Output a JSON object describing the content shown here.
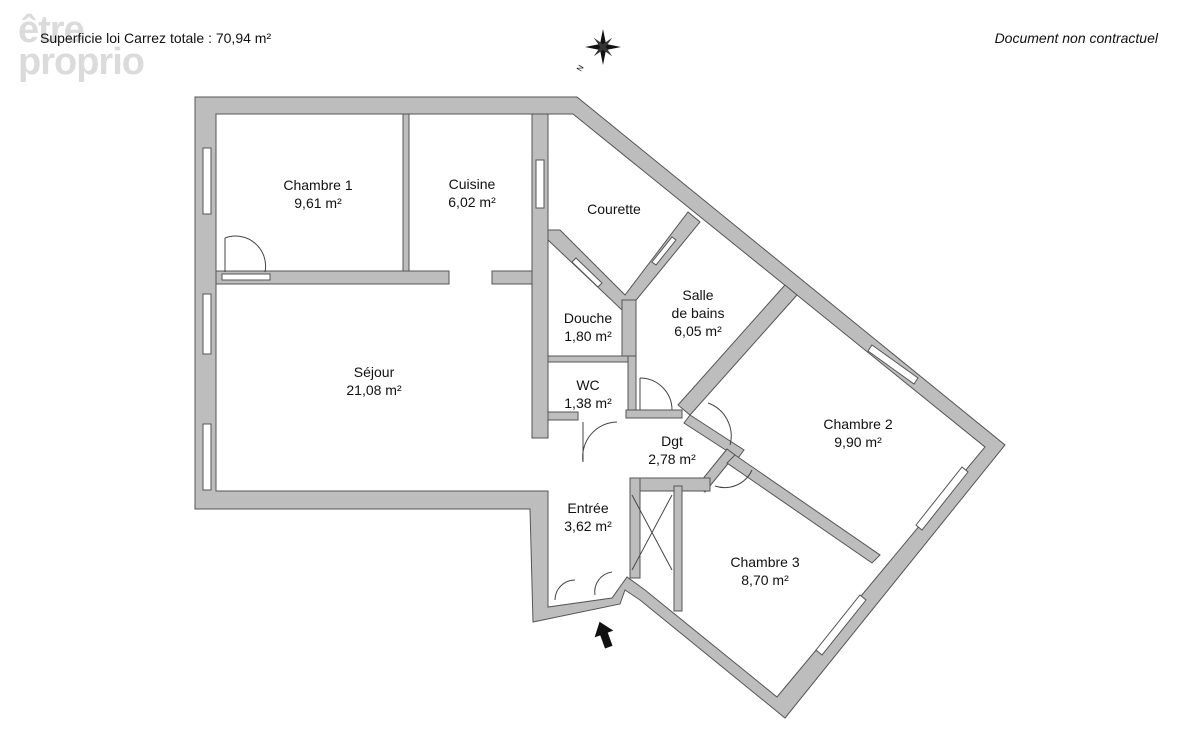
{
  "header": {
    "surface_text": "Superficie loi Carrez totale :  70,94 m²",
    "disclaimer": "Document non contractuel",
    "logo_line1": "être",
    "logo_line2": "proprio"
  },
  "compass": {
    "north_label": "N"
  },
  "rooms": [
    {
      "id": "chambre1",
      "name": "Chambre 1",
      "area": "9,61 m²"
    },
    {
      "id": "cuisine",
      "name": "Cuisine",
      "area": "6,02 m²"
    },
    {
      "id": "courette",
      "name": "Courette",
      "area": ""
    },
    {
      "id": "sdb",
      "name": "Salle",
      "name2": "de bains",
      "area": "6,05 m²"
    },
    {
      "id": "douche",
      "name": "Douche",
      "area": "1,80 m²"
    },
    {
      "id": "wc",
      "name": "WC",
      "area": "1,38 m²"
    },
    {
      "id": "sejour",
      "name": "Séjour",
      "area": "21,08 m²"
    },
    {
      "id": "dgt",
      "name": "Dgt",
      "area": "2,78 m²"
    },
    {
      "id": "entree",
      "name": "Entrée",
      "area": "3,62 m²"
    },
    {
      "id": "chambre2",
      "name": "Chambre 2",
      "area": "9,90 m²"
    },
    {
      "id": "chambre3",
      "name": "Chambre 3",
      "area": "8,70 m²"
    }
  ],
  "colors": {
    "wall": "#bdbdbd",
    "wall_stroke": "#555555",
    "line": "#333333"
  }
}
